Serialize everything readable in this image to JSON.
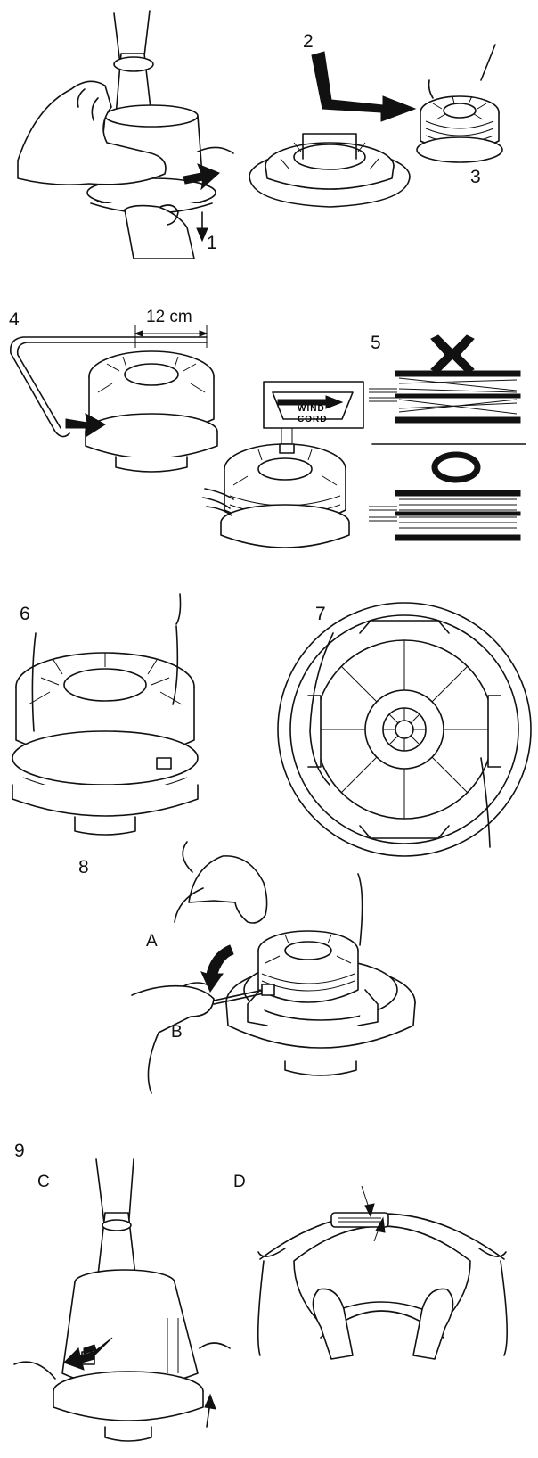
{
  "labels": {
    "step1": "1",
    "step2": "2",
    "step3": "3",
    "step4": "4",
    "step5": "5",
    "step6": "6",
    "step7": "7",
    "step8": "8",
    "step9": "9",
    "label_a": "A",
    "label_b": "B",
    "label_c": "C",
    "label_d": "D",
    "measure": "12 cm",
    "wind_line1": "WIND",
    "wind_line2": "CORD"
  },
  "colors": {
    "ink": "#111111",
    "paper": "#ffffff"
  }
}
